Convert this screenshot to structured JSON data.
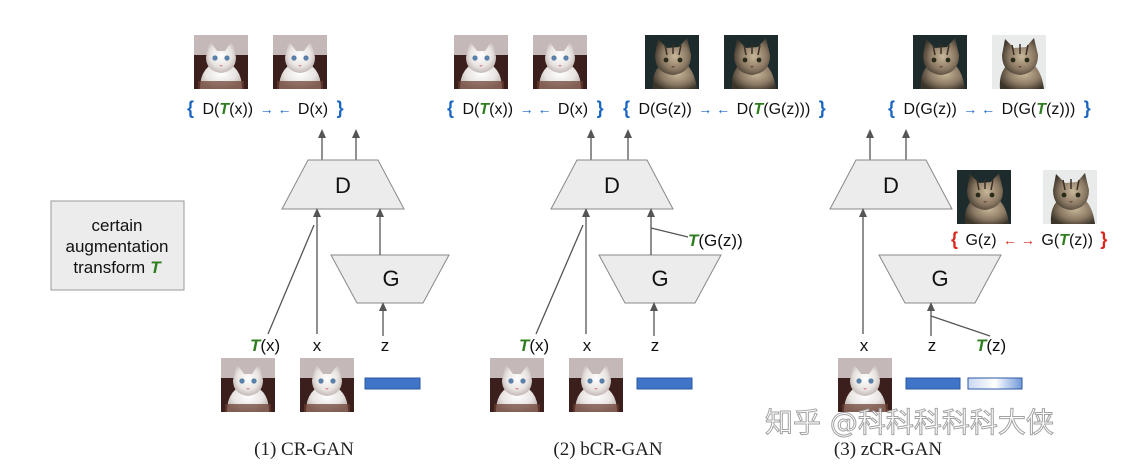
{
  "legend_box": {
    "line1": "certain",
    "line2": "augmentation",
    "line3": "transform",
    "t_symbol": "T"
  },
  "blocks": {
    "discriminator": "D",
    "generator": "G"
  },
  "symbols": {
    "T": "T",
    "x": "x",
    "z": "z"
  },
  "panel1": {
    "caption": "(1) CR-GAN",
    "formula": {
      "pre": "D(",
      "mid": "(x))",
      "arrow": "→ ←",
      "post": "D(x)"
    },
    "inputs": {
      "tx_left": "(x)",
      "x": "x",
      "z": "z"
    }
  },
  "panel2": {
    "caption": "(2) bCR-GAN",
    "formula1": {
      "pre": "D(",
      "mid": "(x))",
      "arrow": "→ ←",
      "post": "D(x)"
    },
    "formula2": {
      "pre": "D(G(z))",
      "arrow": "→ ←",
      "post1": "D(",
      "post2": "(G(z)))"
    },
    "tg_label": "(G(z))",
    "inputs": {
      "tx_left": "(x)",
      "x": "x",
      "z": "z"
    }
  },
  "panel3": {
    "caption": "(3) zCR-GAN",
    "formula1": {
      "pre": "D(G(z))",
      "arrow": "→ ←",
      "post1": "D(G(",
      "post2": "(z)))"
    },
    "formula2": {
      "pre": "G(z)",
      "arrow": "← →",
      "post1": "G(",
      "post2": "(z))"
    },
    "inputs": {
      "x": "x",
      "z": "z",
      "tz": "(z)"
    }
  },
  "braces": {
    "open": "{",
    "close": "}"
  },
  "watermark": "知乎 @科科科科科大侠",
  "colors": {
    "blue_brace": "#1a66c2",
    "red_brace": "#d9261c",
    "t_green": "#2e7d1e",
    "block_fill": "#ececec",
    "noise_bar": "#3f74c8"
  },
  "images": {
    "white_kitten": "white-kitten-photo",
    "tabby_cat": "tabby-cat-photo"
  }
}
